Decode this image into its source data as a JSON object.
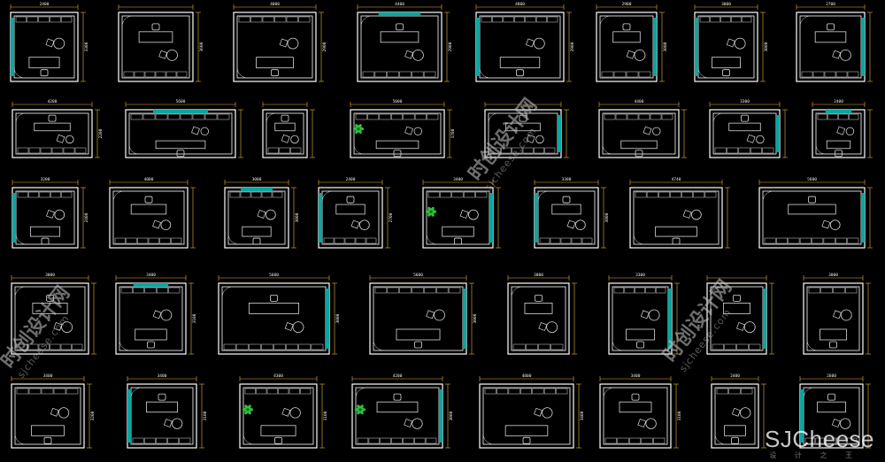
{
  "colors": {
    "background": "#000000",
    "wall": "#ffffff",
    "glass": "#0aa6a0",
    "dimension": "#e8b43a",
    "furniture": "#d8d8d8",
    "plant": "#2fbf3c",
    "door": "#dcdcdc"
  },
  "watermarks": {
    "brand": "SJCheese",
    "brand_sub": "设 计 之 王",
    "diagonal_text": "时创设计网",
    "diagonal_small": "sjcheese.com"
  },
  "plans": {
    "rows": [
      [
        {
          "dim_top": "2400",
          "dim_side": "3300",
          "glass": "left",
          "plant": false
        },
        {
          "dim_top": "",
          "dim_side": "3600",
          "glass": "none",
          "plant": false
        },
        {
          "dim_top": "4000",
          "dim_side": "2900",
          "glass": "none",
          "plant": false
        },
        {
          "dim_top": "4400",
          "dim_side": "2900",
          "glass": "top",
          "plant": false
        },
        {
          "dim_top": "4800",
          "dim_side": "2900",
          "glass": "left",
          "plant": false
        },
        {
          "dim_top": "2900",
          "dim_side": "3000",
          "glass": "right",
          "plant": false
        },
        {
          "dim_top": "3000",
          "dim_side": "3000",
          "glass": "left",
          "plant": false
        },
        {
          "dim_top": "2700",
          "dim_side": "",
          "glass": "right",
          "plant": false
        }
      ],
      [
        {
          "dim_top": "4200",
          "dim_side": "2200",
          "glass": "none",
          "plant": false
        },
        {
          "dim_top": "5600",
          "dim_side": "",
          "glass": "top",
          "plant": false
        },
        {
          "dim_top": "",
          "dim_side": "",
          "glass": "none",
          "plant": false
        },
        {
          "dim_top": "5000",
          "dim_side": "1700",
          "glass": "none",
          "plant": true
        },
        {
          "dim_top": "",
          "dim_side": "",
          "glass": "right",
          "plant": false
        },
        {
          "dim_top": "4400",
          "dim_side": "",
          "glass": "none",
          "plant": false
        },
        {
          "dim_top": "3300",
          "dim_side": "",
          "glass": "right",
          "plant": false
        },
        {
          "dim_top": "2400",
          "dim_side": "",
          "glass": "top",
          "plant": false
        }
      ],
      [
        {
          "dim_top": "3200",
          "dim_side": "2400",
          "glass": "left",
          "plant": false
        },
        {
          "dim_top": "4000",
          "dim_side": "",
          "glass": "none",
          "plant": false
        },
        {
          "dim_top": "3000",
          "dim_side": "3000",
          "glass": "top",
          "plant": false
        },
        {
          "dim_top": "2400",
          "dim_side": "2700",
          "glass": "left",
          "plant": false
        },
        {
          "dim_top": "3400",
          "dim_side": "",
          "glass": "right",
          "plant": true
        },
        {
          "dim_top": "3300",
          "dim_side": "3800",
          "glass": "left",
          "plant": false
        },
        {
          "dim_top": "4740",
          "dim_side": "",
          "glass": "none",
          "plant": false
        },
        {
          "dim_top": "5600",
          "dim_side": "",
          "glass": "right",
          "plant": false
        }
      ],
      [
        {
          "dim_top": "3000",
          "dim_side": "",
          "glass": "none",
          "plant": false
        },
        {
          "dim_top": "3400",
          "dim_side": "3100",
          "glass": "top",
          "plant": false
        },
        {
          "dim_top": "5600",
          "dim_side": "3000",
          "glass": "right",
          "plant": false
        },
        {
          "dim_top": "5600",
          "dim_side": "3000",
          "glass": "right",
          "plant": false
        },
        {
          "dim_top": "3000",
          "dim_side": "",
          "glass": "none",
          "plant": false
        },
        {
          "dim_top": "3300",
          "dim_side": "",
          "glass": "right",
          "plant": false
        },
        {
          "dim_top": "",
          "dim_side": "",
          "glass": "right",
          "plant": false
        },
        {
          "dim_top": "3000",
          "dim_side": "",
          "glass": "none",
          "plant": false
        }
      ],
      [
        {
          "dim_top": "3400",
          "dim_side": "3200",
          "glass": "none",
          "plant": false
        },
        {
          "dim_top": "3400",
          "dim_side": "3100",
          "glass": "left",
          "plant": false
        },
        {
          "dim_top": "4300",
          "dim_side": "3100",
          "glass": "none",
          "plant": true
        },
        {
          "dim_top": "4200",
          "dim_side": "3000",
          "glass": "right",
          "plant": true
        },
        {
          "dim_top": "4800",
          "dim_side": "3400",
          "glass": "none",
          "plant": false
        },
        {
          "dim_top": "3400",
          "dim_side": "3100",
          "glass": "none",
          "plant": false
        },
        {
          "dim_top": "2400",
          "dim_side": "",
          "glass": "none",
          "plant": false
        },
        {
          "dim_top": "2600",
          "dim_side": "",
          "glass": "left",
          "plant": false
        }
      ]
    ]
  }
}
